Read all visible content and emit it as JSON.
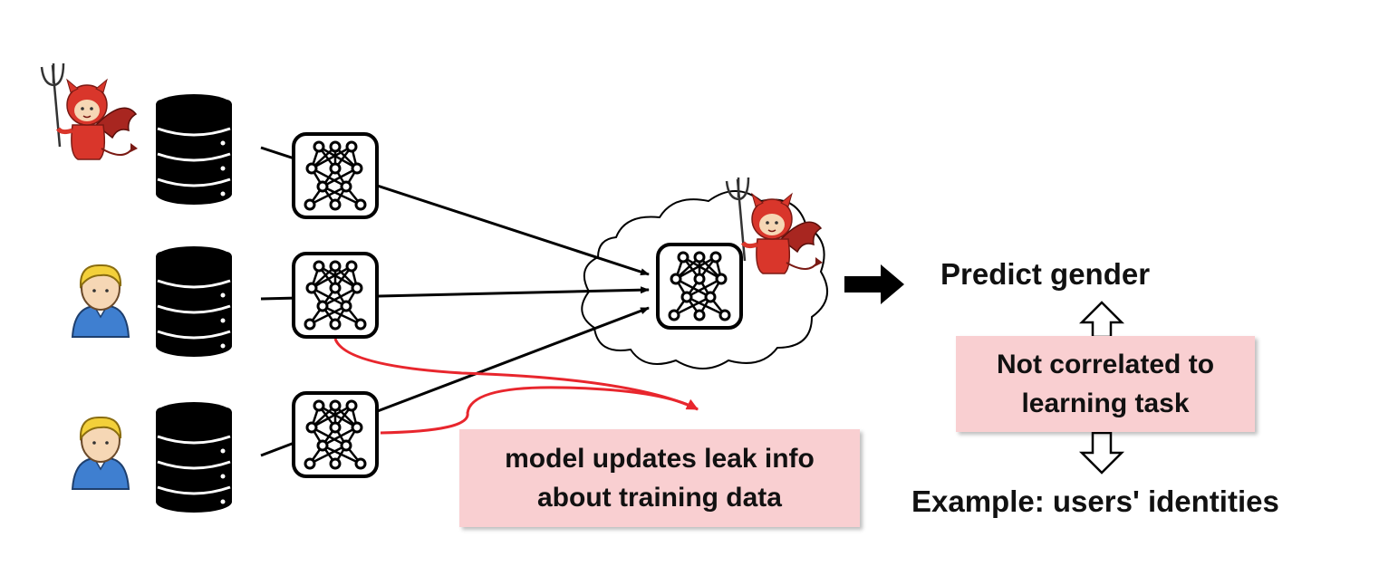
{
  "labels": {
    "predict": "Predict gender",
    "example": "Example: users' identities"
  },
  "leak_box": {
    "line1": "model updates leak info",
    "line2": "about training data"
  },
  "corr_box": {
    "line1": "Not correlated to",
    "line2": "learning task"
  },
  "colors": {
    "pink_box": "#f9cfd1",
    "leak_arrow": "#e8262d",
    "devil_red": "#d9362b",
    "user_hair": "#f3d03a",
    "user_shirt": "#3f7fd0"
  }
}
